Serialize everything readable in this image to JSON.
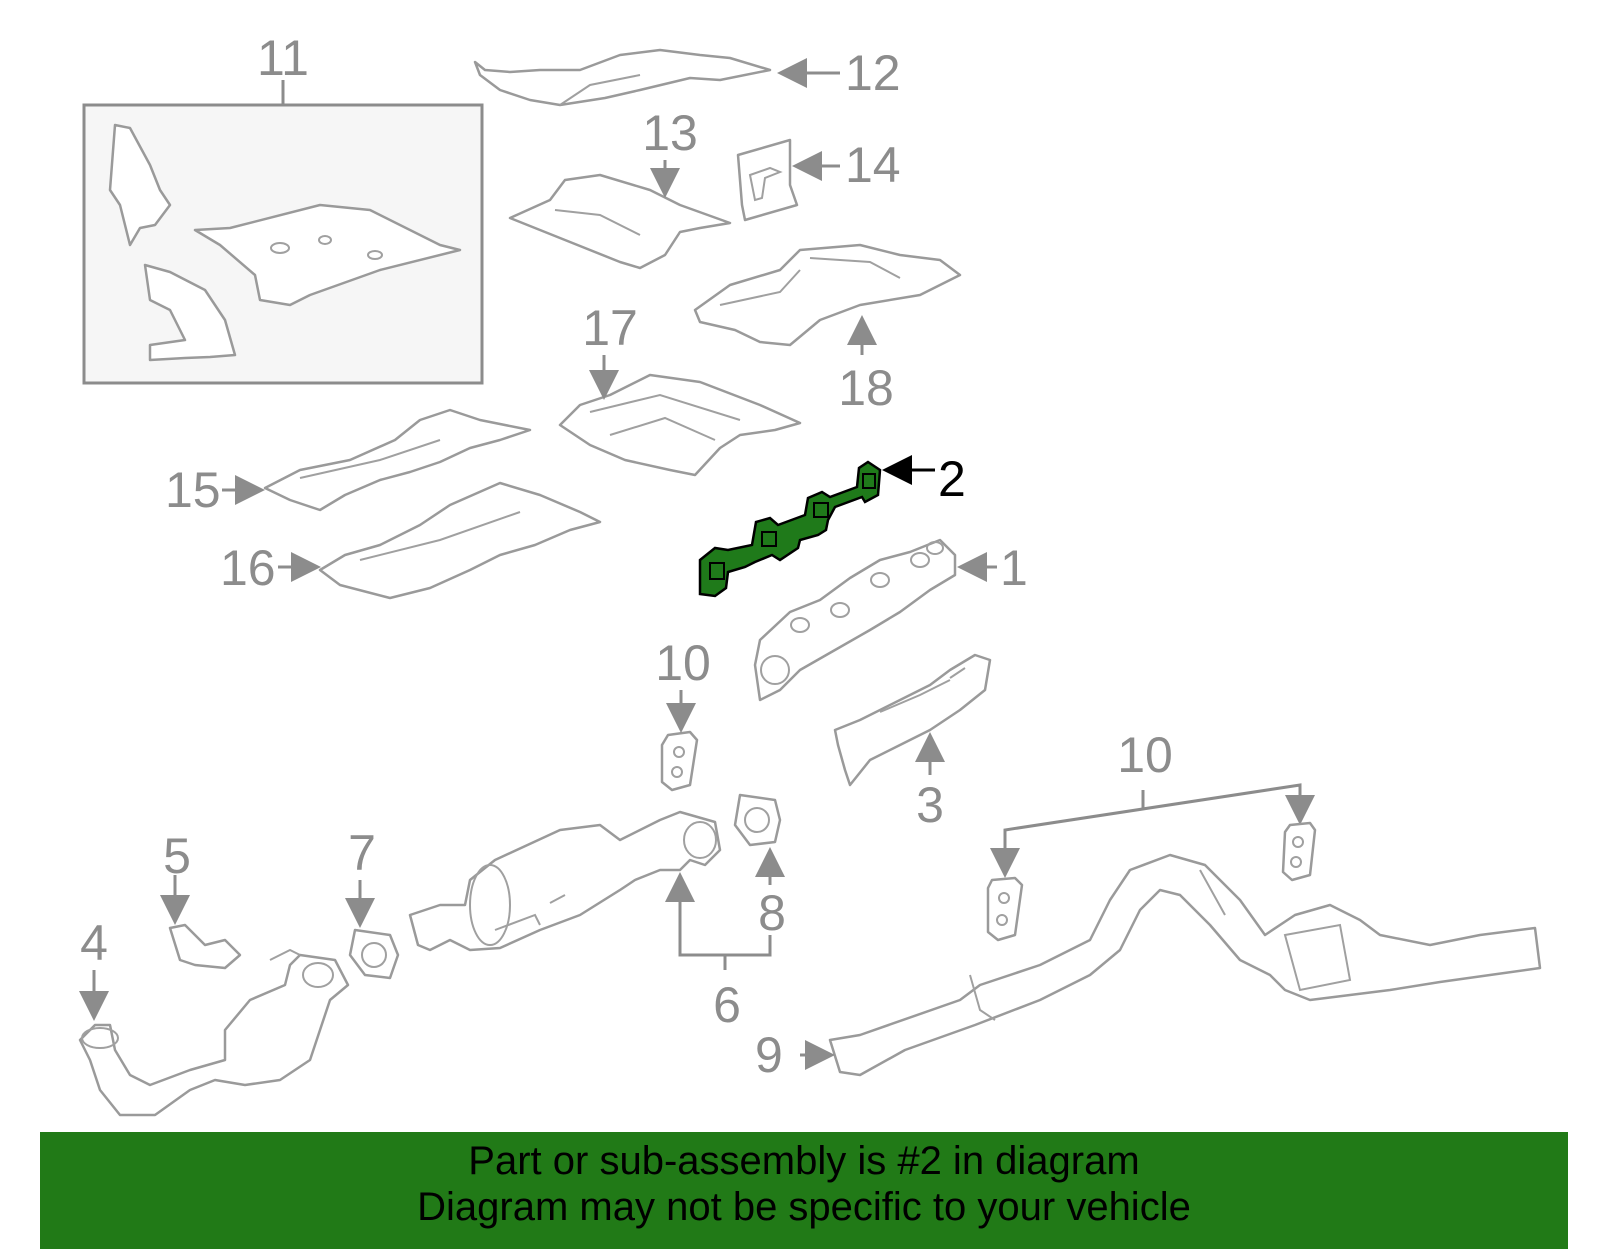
{
  "callouts": {
    "c1": "1",
    "c2": "2",
    "c3": "3",
    "c4": "4",
    "c5": "5",
    "c6": "6",
    "c7": "7",
    "c8": "8",
    "c9": "9",
    "c10a": "10",
    "c10b": "10",
    "c11": "11",
    "c12": "12",
    "c13": "13",
    "c14": "14",
    "c15": "15",
    "c16": "16",
    "c17": "17",
    "c18": "18"
  },
  "highlight": {
    "part": "2",
    "color": "#1f7a1a"
  },
  "banner": {
    "line1": "Part or sub-assembly is #2 in diagram",
    "line2": "Diagram may not be specific to your vehicle",
    "background": "#217a17"
  }
}
